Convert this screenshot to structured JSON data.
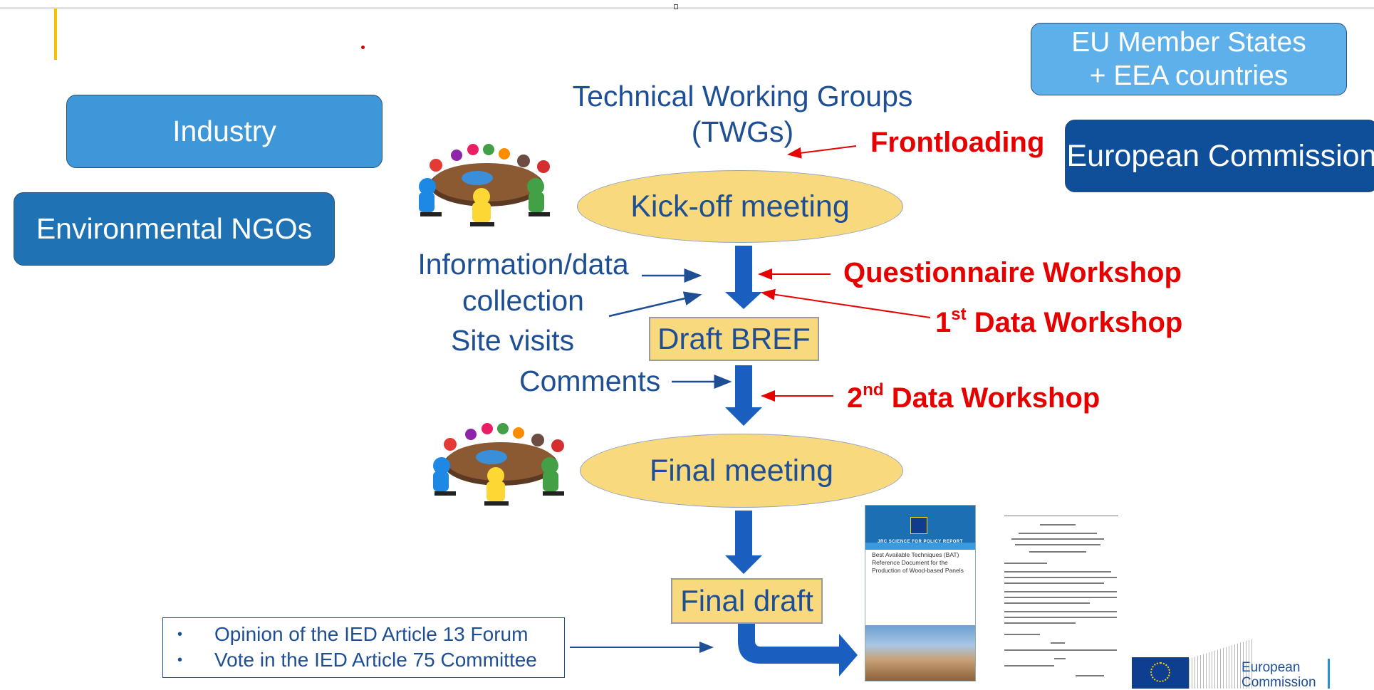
{
  "stakeholders": {
    "industry": "Industry",
    "ngos": "Environmental NGOs",
    "eu_member_states": [
      "EU Member States",
      "+ EEA countries"
    ],
    "european_commission": "European Commission"
  },
  "process": {
    "twgs": [
      "Technical Working Groups",
      "(TWGs)"
    ],
    "kickoff": "Kick-off meeting",
    "info_collection": [
      "Information/data",
      "collection"
    ],
    "site_visits": "Site visits",
    "draft_bref": "Draft BREF",
    "comments": "Comments",
    "final_meeting": "Final meeting",
    "final_draft": "Final draft"
  },
  "workshops": {
    "frontloading": "Frontloading",
    "questionnaire": "Questionnaire Workshop",
    "data1_num": "1",
    "data1_sup": "st",
    "data1_rest": " Data Workshop",
    "data2_num": "2",
    "data2_sup": "nd",
    "data2_rest": " Data Workshop"
  },
  "final_steps": [
    "Opinion of the IED Article 13 Forum",
    "Vote in the IED Article 75 Committee"
  ],
  "document_cover": {
    "header": "JRC SCIENCE FOR POLICY REPORT",
    "title": "Best Available Techniques (BAT) Reference Document for the Production of Wood-based Panels"
  },
  "logo": {
    "text": [
      "European",
      "Commission"
    ]
  },
  "colors": {
    "arrow_blue": "#1a5fbf",
    "red": "#e60000",
    "text_blue": "#1e4f95",
    "meeting_fill": "#f8d97d"
  }
}
